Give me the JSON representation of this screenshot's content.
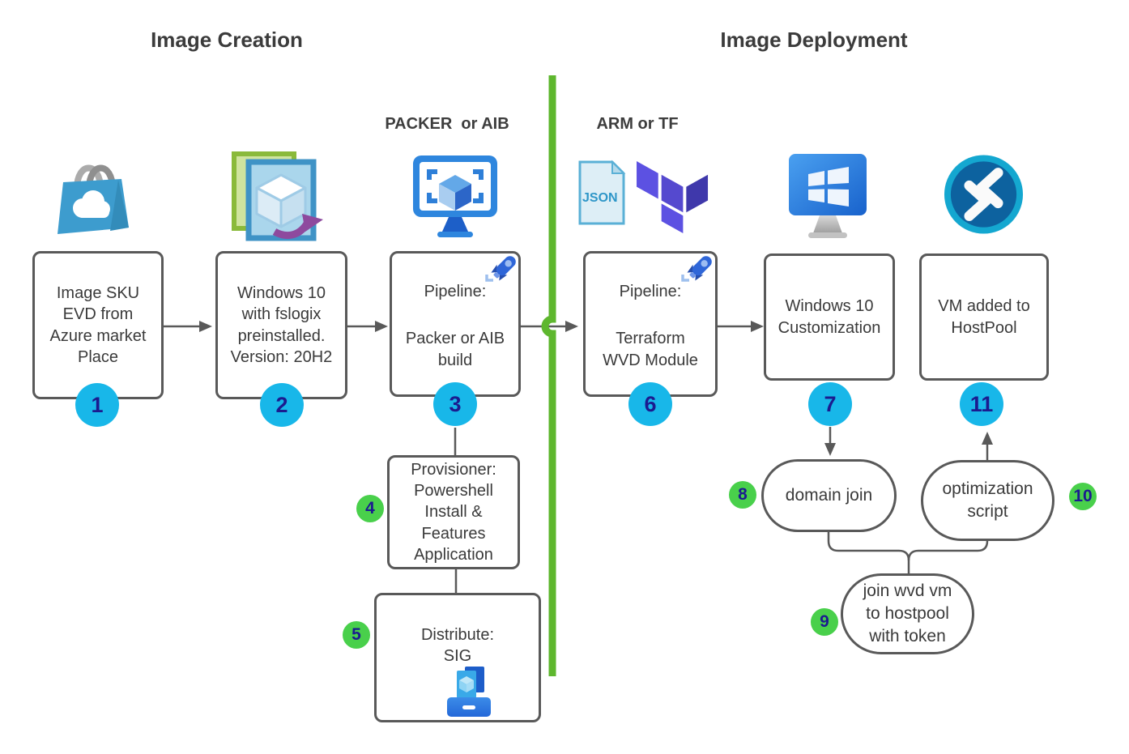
{
  "titles": {
    "creation": "Image Creation",
    "deployment": "Image Deployment"
  },
  "section_labels": {
    "packer_aib": "PACKER  or AIB",
    "arm_tf": "ARM or TF"
  },
  "nodes": {
    "image_sku": {
      "badge": "1",
      "text": "Image SKU\nEVD from\nAzure market\nPlace"
    },
    "windows10": {
      "badge": "2",
      "text": "Windows 10\nwith fslogix\npreinstalled.\nVersion: 20H2"
    },
    "packer_pipeline": {
      "badge": "3",
      "title": "Pipeline:",
      "text": "Packer or AIB\nbuild"
    },
    "provisioner": {
      "badge": "4",
      "text": "Provisioner:\nPowershell\nInstall &\nFeatures\nApplication"
    },
    "distribute": {
      "badge": "5",
      "text": "Distribute:\nSIG"
    },
    "terraform_pipeline": {
      "badge": "6",
      "title": "Pipeline:",
      "text": "Terraform\nWVD Module"
    },
    "customization": {
      "badge": "7",
      "text": "Windows 10\nCustomization"
    },
    "domain_join": {
      "badge": "8",
      "text": "domain join"
    },
    "join_hostpool": {
      "badge": "9",
      "text": "join wvd vm\nto hostpool\nwith token"
    },
    "optimization": {
      "badge": "10",
      "text": "optimization\nscript"
    },
    "vm_added": {
      "badge": "11",
      "text": "VM added to\nHostPool"
    }
  },
  "icons": {
    "marketplace": "azure-marketplace-bag",
    "vm_image": "vm-image-card-with-arrow",
    "image_builder": "azure-image-builder-monitor",
    "pipeline_rocket": "azure-pipelines-rocket",
    "json_file": "json-document",
    "json_label": "JSON",
    "terraform": "terraform-logo",
    "windows_vm": "windows-vm-monitor",
    "avd": "azure-virtual-desktop",
    "sig": "shared-image-gallery"
  },
  "colors": {
    "divider_green": "#5eb72e",
    "connector_gray": "#595959",
    "badge_cyan": "#18b7e9",
    "badge_green": "#49d04b",
    "badge_number_navy": "#1b1b8f",
    "box_border": "#595959",
    "text_dark": "#3a3a3a"
  }
}
